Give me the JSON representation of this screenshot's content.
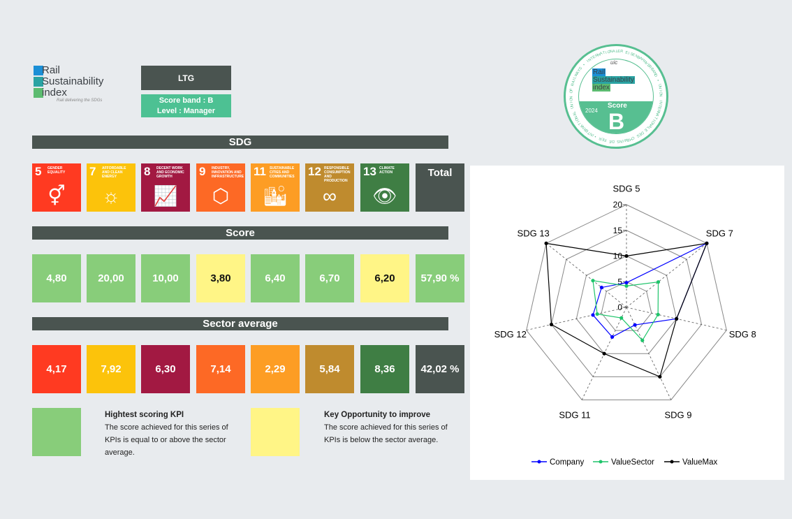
{
  "logo": {
    "words": [
      "Rail",
      "Sustainability",
      "index"
    ],
    "tagline": "Rail delivering the SDGs"
  },
  "company": {
    "name": "LTG",
    "score_band": "Score band : B",
    "level": "Level : Manager"
  },
  "badge": {
    "ring_text": "INTERNATIONAL UNION OF RAILWAYS • INTERNATIONALER EISENBAHNVERBAND • UNION INTERNATIONALE DES CHEMINS DE FER •",
    "org": "uic",
    "year": "2024",
    "score_label": "Score",
    "score": "B"
  },
  "sections": {
    "sdg": "SDG",
    "score": "Score",
    "sector": "Sector average"
  },
  "sdgs": [
    {
      "num": "5",
      "label": "Gender equality",
      "icon": "gender-icon",
      "glyph": "⚥",
      "color": "#ff3a21"
    },
    {
      "num": "7",
      "label": "Affordable and clean energy",
      "icon": "sun-power-icon",
      "glyph": "☼",
      "color": "#fcc30b"
    },
    {
      "num": "8",
      "label": "Decent work and economic growth",
      "icon": "growth-chart-icon",
      "glyph": "📈",
      "color": "#a21942"
    },
    {
      "num": "9",
      "label": "Industry, innovation and infrastructure",
      "icon": "cubes-icon",
      "glyph": "⬡",
      "color": "#fd6925"
    },
    {
      "num": "11",
      "label": "Sustainable cities and communities",
      "icon": "city-icon",
      "glyph": "🏙",
      "color": "#fd9d24"
    },
    {
      "num": "12",
      "label": "Responsible consumption and production",
      "icon": "infinity-icon",
      "glyph": "∞",
      "color": "#bf8b2e"
    },
    {
      "num": "13",
      "label": "Climate action",
      "icon": "eye-earth-icon",
      "glyph": "👁",
      "color": "#3f7e44"
    }
  ],
  "total_label": "Total",
  "scores": [
    "4,80",
    "20,00",
    "10,00",
    "3,80",
    "6,40",
    "6,70",
    "6,20",
    "57,90 %"
  ],
  "score_status": [
    "high",
    "high",
    "high",
    "low",
    "high",
    "high",
    "low",
    "high"
  ],
  "sector_avg": [
    "4,17",
    "7,92",
    "6,30",
    "7,14",
    "2,29",
    "5,84",
    "8,36",
    "42,02 %"
  ],
  "colors": {
    "high": "#88cd7a",
    "low": "#fff586",
    "dark": "#4a5450",
    "green": "#4dc193"
  },
  "legend": {
    "high": {
      "title": "Hightest scoring KPI",
      "text": "The score achieved for this series of KPIs is equal to or above the sector average."
    },
    "low": {
      "title": "Key Opportunity to improve",
      "text": "The score achieved for this series of KPIs is below the sector average."
    }
  },
  "chart_data": {
    "type": "radar",
    "categories": [
      "SDG 5",
      "SDG 7",
      "SDG 8",
      "SDG 9",
      "SDG 11",
      "SDG 12",
      "SDG 13"
    ],
    "ticks": [
      "0",
      "5",
      "10",
      "15",
      "20"
    ],
    "range": [
      0,
      20
    ],
    "series": [
      {
        "name": "Company",
        "color": "#0000ff",
        "values": [
          4.8,
          20,
          10,
          3.8,
          6.4,
          6.7,
          6.2
        ]
      },
      {
        "name": "ValueSector",
        "color": "#1ec46a",
        "values": [
          4.17,
          7.92,
          6.3,
          7.14,
          2.29,
          5.84,
          8.36
        ]
      },
      {
        "name": "ValueMax",
        "color": "#000000",
        "values": [
          10,
          20,
          10,
          15,
          10,
          15,
          20
        ]
      }
    ],
    "legend_position": "bottom"
  }
}
